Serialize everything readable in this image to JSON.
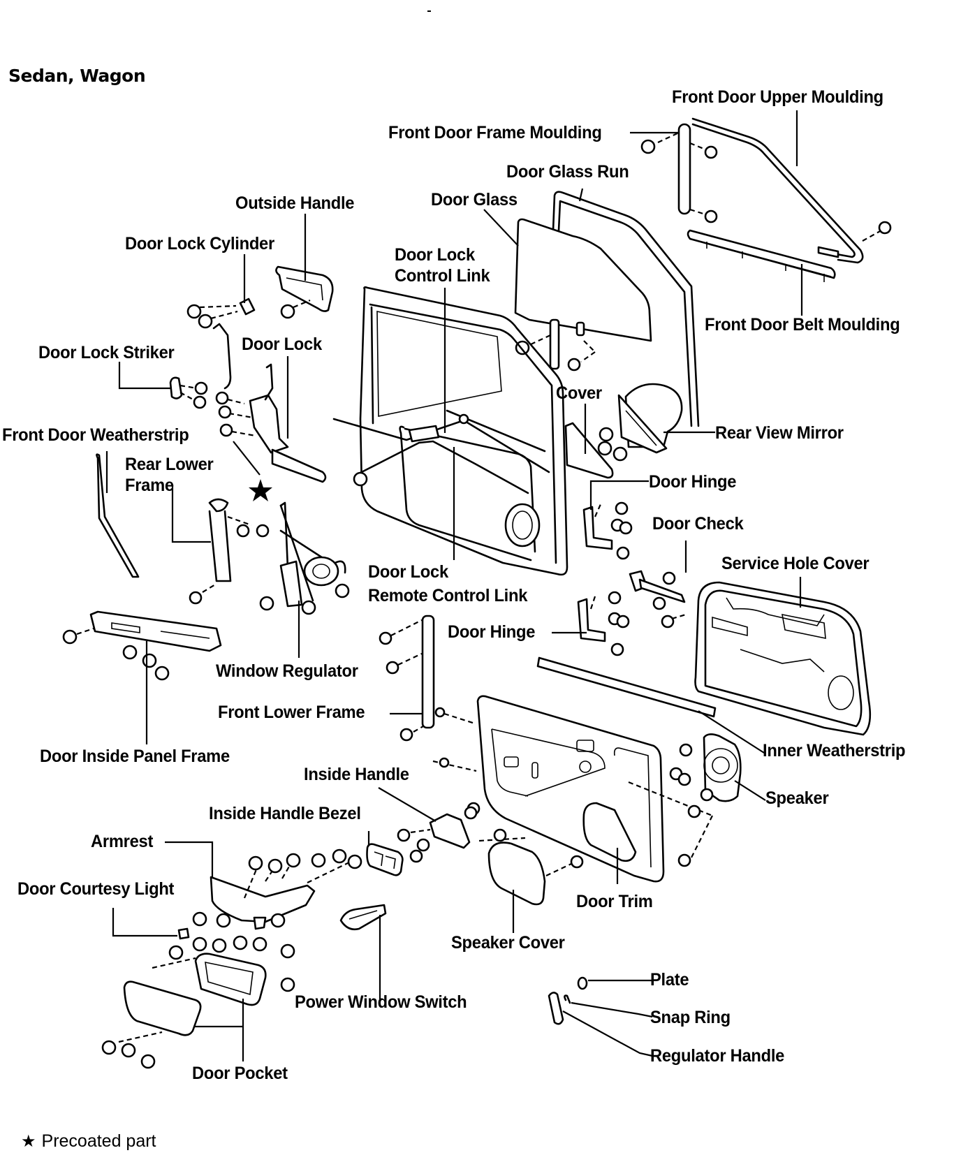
{
  "diagram": {
    "variant_title": "Sedan, Wagon",
    "note": {
      "symbol": "★",
      "text": "Precoated part"
    },
    "labels": {
      "front_door_upper_moulding": "Front Door Upper Moulding",
      "front_door_frame_moulding": "Front Door Frame Moulding",
      "door_glass_run": "Door Glass Run",
      "outside_handle": "Outside Handle",
      "door_glass": "Door Glass",
      "door_lock_cylinder": "Door Lock Cylinder",
      "door_lock_control_link_1": "Door Lock",
      "door_lock_control_link_2": "Control Link",
      "front_door_belt_moulding": "Front Door Belt Moulding",
      "door_lock_striker": "Door Lock Striker",
      "door_lock": "Door Lock",
      "cover": "Cover",
      "front_door_weatherstrip": "Front Door Weatherstrip",
      "rear_view_mirror": "Rear View Mirror",
      "rear_lower_frame_1": "Rear Lower",
      "rear_lower_frame_2": "Frame",
      "precoated_marker": "★",
      "door_hinge_upper": "Door Hinge",
      "door_check": "Door Check",
      "service_hole_cover": "Service Hole Cover",
      "door_lock_remote_control_link_1": "Door Lock",
      "door_lock_remote_control_link_2": "Remote Control Link",
      "door_hinge_lower": "Door Hinge",
      "window_regulator": "Window Regulator",
      "front_lower_frame": "Front Lower Frame",
      "door_inside_panel_frame": "Door Inside Panel Frame",
      "inner_weatherstrip": "Inner Weatherstrip",
      "inside_handle": "Inside Handle",
      "speaker": "Speaker",
      "inside_handle_bezel": "Inside Handle Bezel",
      "armrest": "Armrest",
      "door_courtesy_light": "Door Courtesy Light",
      "door_trim": "Door Trim",
      "speaker_cover": "Speaker Cover",
      "plate": "Plate",
      "power_window_switch": "Power Window Switch",
      "snap_ring": "Snap Ring",
      "regulator_handle": "Regulator Handle",
      "door_pocket": "Door Pocket"
    }
  }
}
